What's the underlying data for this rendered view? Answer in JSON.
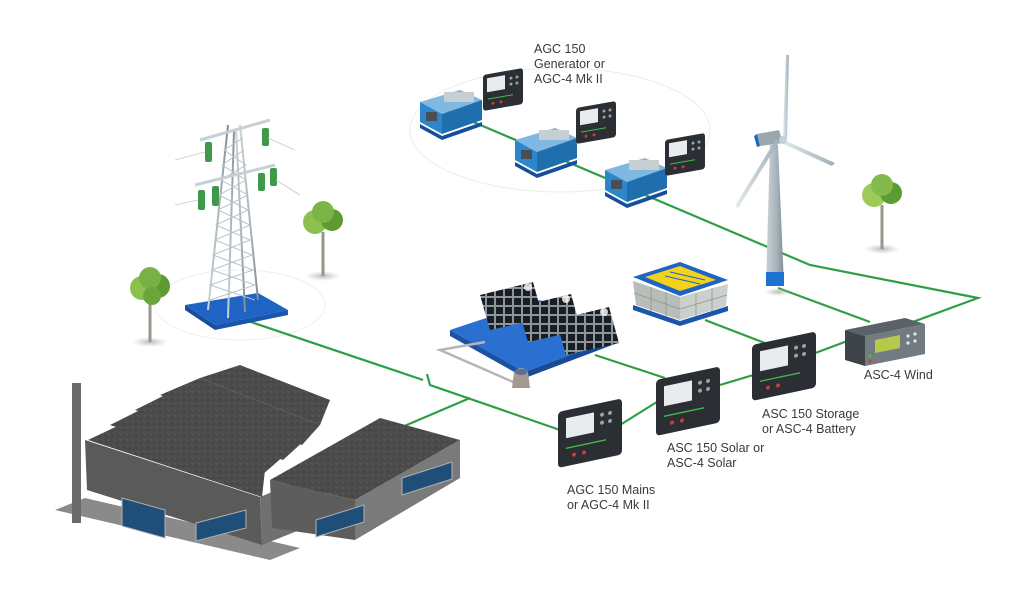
{
  "colors": {
    "link_line": "#2e9e46",
    "platform_blue": "#1f63c4",
    "engine_blue": "#2d86c9",
    "controller_body": "#2b2f33",
    "controller_screen": "#e8ecef",
    "factory_roof": "#4a4a4a",
    "factory_wall": "#6f6f6f",
    "window_blue": "#1f4e79",
    "tree_green": "#6fae3a",
    "battery_yellow": "#f2d21b",
    "label_text": "#3a3a3a"
  },
  "labels": {
    "generator": {
      "line1": "AGC 150",
      "line2": "Generator or",
      "line3": "AGC-4 Mk II"
    },
    "mains": {
      "line1": "AGC 150 Mains",
      "line2": "or AGC-4 Mk II"
    },
    "solar": {
      "line1": "ASC 150 Solar or",
      "line2": "ASC-4 Solar"
    },
    "storage": {
      "line1": "ASC 150 Storage",
      "line2": "or ASC-4 Battery"
    },
    "wind": {
      "line1": "ASC-4 Wind"
    }
  },
  "icons": {
    "pylon": "power-pylon-icon",
    "factory": "factory-icon",
    "generator": "genset-icon",
    "controller": "controller-display-icon",
    "solar": "solar-panel-icon",
    "battery": "battery-storage-icon",
    "wind": "wind-turbine-icon",
    "tree": "tree-icon",
    "sensor": "irradiance-sensor-icon"
  }
}
